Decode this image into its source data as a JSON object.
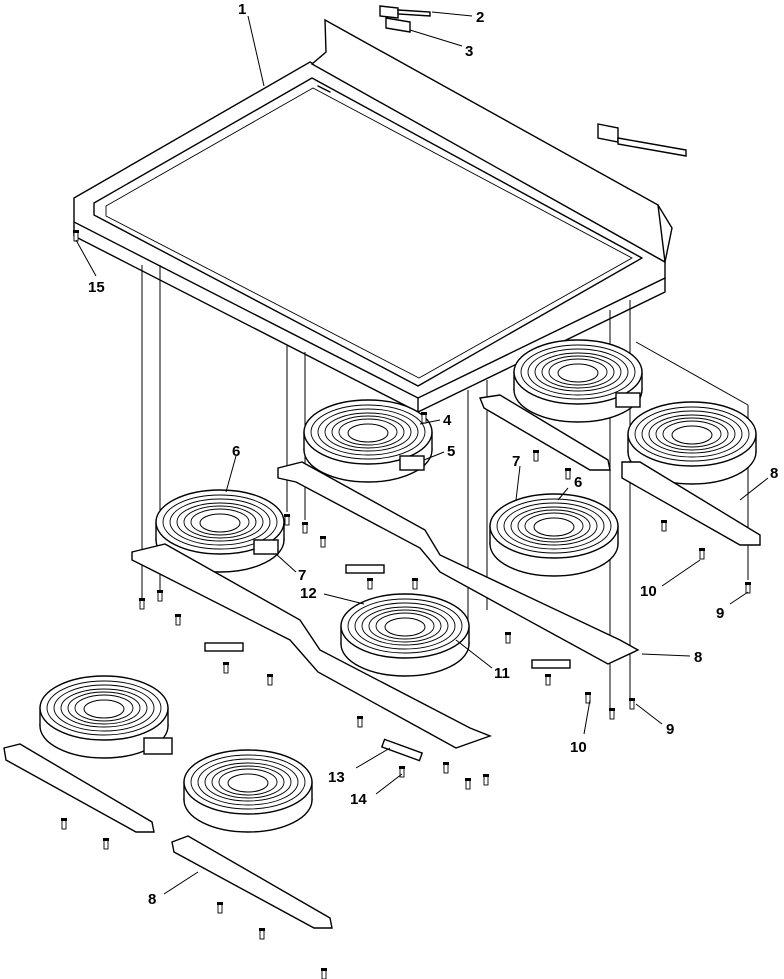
{
  "callouts": {
    "c1": "1",
    "c2": "2",
    "c3": "3",
    "c4": "4",
    "c5": "5",
    "c6a": "6",
    "c6b": "6",
    "c7a": "7",
    "c7b": "7",
    "c8a": "8",
    "c8b": "8",
    "c8c": "8",
    "c9a": "9",
    "c9b": "9",
    "c10a": "10",
    "c10b": "10",
    "c11": "11",
    "c12": "12",
    "c13": "13",
    "c14": "14",
    "c15": "15"
  }
}
